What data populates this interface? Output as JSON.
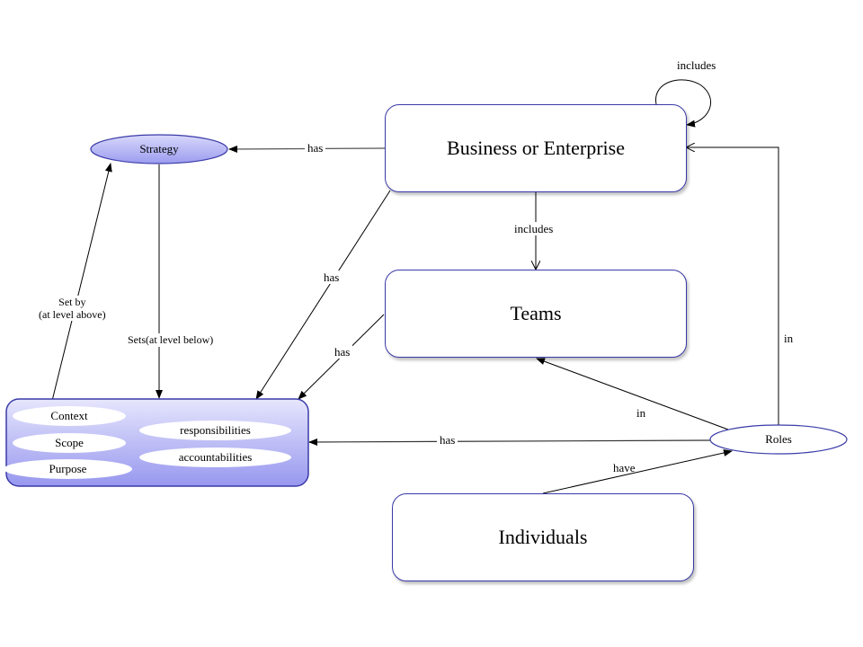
{
  "nodes": {
    "business": "Business or Enterprise",
    "teams": "Teams",
    "individuals": "Individuals",
    "strategy": "Strategy",
    "roles": "Roles",
    "attributes_box": {
      "items": [
        "Context",
        "Scope",
        "Purpose",
        "responsibilities",
        "accountabilities"
      ]
    }
  },
  "edges": {
    "business_includes_self": "includes",
    "business_has_strategy": "has",
    "business_includes_teams": "includes",
    "business_has_attributes": "has",
    "teams_has_attributes": "has",
    "strategy_sets": "Sets(at level below)",
    "set_by_line1": "Set by",
    "set_by_line2": "(at level above)",
    "roles_in_teams": "in",
    "roles_in_business": "in",
    "roles_has_attributes": "has",
    "individuals_have_roles": "have"
  },
  "colors": {
    "border": "#3a3aa8",
    "fill_light": "#e4e4fc",
    "fill_dark": "#9a9af0"
  }
}
